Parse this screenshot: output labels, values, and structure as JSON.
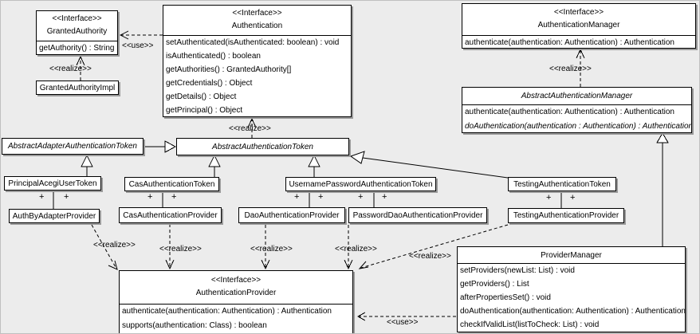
{
  "colors": {
    "background": "#ececec",
    "box_fill": "#ffffff",
    "box_border": "#000000",
    "box_shadow": "#9a9a9a",
    "line": "#000000"
  },
  "classes": {
    "granted_authority": {
      "stereotype": "<<Interface>>",
      "name": "GrantedAuthority",
      "methods": [
        "getAuthority() : String"
      ]
    },
    "granted_authority_impl": {
      "name": "GrantedAuthorityImpl"
    },
    "authentication": {
      "stereotype": "<<Interface>>",
      "name": "Authentication",
      "methods": [
        "setAuthenticated(isAuthenticated: boolean) : void",
        "isAuthenticated() : boolean",
        "getAuthorities() : GrantedAuthority[]",
        "getCredentials() : Object",
        "getDetails() : Object",
        "getPrincipal() : Object"
      ]
    },
    "authentication_manager": {
      "stereotype": "<<Interface>>",
      "name": "AuthenticationManager",
      "methods": [
        "authenticate(authentication: Authentication) : Authentication"
      ]
    },
    "abstract_authentication_manager": {
      "name": "AbstractAuthenticationManager",
      "abstract": true,
      "methods": [
        "authenticate(authentication: Authentication) : Authentication",
        "doAuthentication(authentication : Authentication) : Authentication"
      ]
    },
    "abstract_adapter_authentication_token": {
      "name": "AbstractAdapterAuthenticationToken",
      "abstract": true
    },
    "abstract_authentication_token": {
      "name": "AbstractAuthenticationToken",
      "abstract": true
    },
    "principal_acegi_user_token": {
      "name": "PrincipalAcegiUserToken"
    },
    "cas_authentication_token": {
      "name": "CasAuthenticationToken"
    },
    "username_password_authentication_token": {
      "name": "UsernamePasswordAuthenticationToken"
    },
    "testing_authentication_token": {
      "name": "TestingAuthenticationToken"
    },
    "auth_by_adapter_provider": {
      "name": "AuthByAdapterProvider"
    },
    "cas_authentication_provider": {
      "name": "CasAuthenticationProvider"
    },
    "dao_authentication_provider": {
      "name": "DaoAuthenticationProvider"
    },
    "password_dao_authentication_provider": {
      "name": "PasswordDaoAuthenticationProvider"
    },
    "testing_authentication_provider": {
      "name": "TestingAuthenticationProvider"
    },
    "authentication_provider": {
      "stereotype": "<<Interface>>",
      "name": "AuthenticationProvider",
      "methods": [
        "authenticate(authentication: Authentication) : Authentication",
        "supports(authentication: Class) : boolean"
      ]
    },
    "provider_manager": {
      "name": "ProviderManager",
      "methods": [
        "setProviders(newList: List) : void",
        "getProviders() : List",
        "afterPropertiesSet() : void",
        "doAuthentication(authentication: Authentication) : Authentication",
        "checkIfValidList(listToCheck: List) : void"
      ]
    }
  },
  "edges": [
    {
      "from": "Authentication",
      "to": "GrantedAuthority",
      "type": "use",
      "label": "<<use>>"
    },
    {
      "from": "GrantedAuthorityImpl",
      "to": "GrantedAuthority",
      "type": "realize",
      "label": "<<realize>>"
    },
    {
      "from": "AbstractAuthenticationToken",
      "to": "Authentication",
      "type": "realize",
      "label": "<<realize>>"
    },
    {
      "from": "AbstractAuthenticationManager",
      "to": "AuthenticationManager",
      "type": "realize",
      "label": "<<realize>>"
    },
    {
      "from": "AbstractAdapterAuthenticationToken",
      "to": "AbstractAuthenticationToken",
      "type": "generalization"
    },
    {
      "from": "PrincipalAcegiUserToken",
      "to": "AbstractAdapterAuthenticationToken",
      "type": "generalization"
    },
    {
      "from": "CasAuthenticationToken",
      "to": "AbstractAuthenticationToken",
      "type": "generalization"
    },
    {
      "from": "UsernamePasswordAuthenticationToken",
      "to": "AbstractAuthenticationToken",
      "type": "generalization"
    },
    {
      "from": "TestingAuthenticationToken",
      "to": "AbstractAuthenticationToken",
      "type": "generalization"
    },
    {
      "from": "PrincipalAcegiUserToken",
      "to": "AuthByAdapterProvider",
      "type": "association",
      "end_labels": [
        "+",
        "+"
      ]
    },
    {
      "from": "CasAuthenticationToken",
      "to": "CasAuthenticationProvider",
      "type": "association",
      "end_labels": [
        "+",
        "+"
      ]
    },
    {
      "from": "UsernamePasswordAuthenticationToken",
      "to": "DaoAuthenticationProvider",
      "type": "association",
      "end_labels": [
        "+",
        "+"
      ]
    },
    {
      "from": "UsernamePasswordAuthenticationToken",
      "to": "PasswordDaoAuthenticationProvider",
      "type": "association",
      "end_labels": [
        "+",
        "+"
      ]
    },
    {
      "from": "TestingAuthenticationToken",
      "to": "TestingAuthenticationProvider",
      "type": "association",
      "end_labels": [
        "+",
        "+"
      ]
    },
    {
      "from": "AuthByAdapterProvider",
      "to": "AuthenticationProvider",
      "type": "realize",
      "label": "<<realize>>"
    },
    {
      "from": "CasAuthenticationProvider",
      "to": "AuthenticationProvider",
      "type": "realize",
      "label": "<<realize>>"
    },
    {
      "from": "DaoAuthenticationProvider",
      "to": "AuthenticationProvider",
      "type": "realize",
      "label": "<<realize>>"
    },
    {
      "from": "PasswordDaoAuthenticationProvider",
      "to": "AuthenticationProvider",
      "type": "realize",
      "label": "<<realize>>"
    },
    {
      "from": "TestingAuthenticationProvider",
      "to": "AuthenticationProvider",
      "type": "realize",
      "label": "<<realize>>"
    },
    {
      "from": "ProviderManager",
      "to": "AbstractAuthenticationManager",
      "type": "generalization"
    },
    {
      "from": "ProviderManager",
      "to": "AuthenticationProvider",
      "type": "use",
      "label": "<<use>>"
    }
  ]
}
